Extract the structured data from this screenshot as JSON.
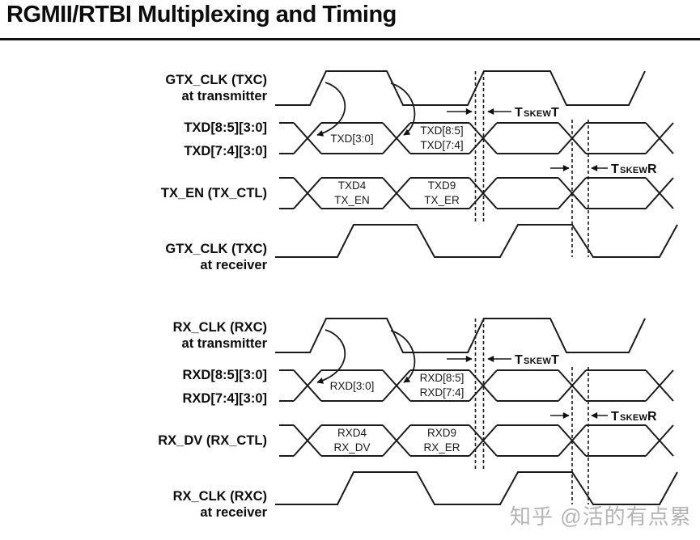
{
  "title": "RGMII/RTBI Multiplexing and Timing",
  "watermark": "知乎 @活的有点累",
  "skew_labels": {
    "t": "T",
    "skew": "SKEW",
    "t_suffix": "T",
    "r_suffix": "R"
  },
  "tx_group": {
    "clock_at_transmitter": {
      "line1": "GTX_CLK (TXC)",
      "line2": "at transmitter"
    },
    "bus": {
      "line1": "TXD[8:5][3:0]",
      "line2": "TXD[7:4][3:0]"
    },
    "control": {
      "label": "TX_EN (TX_CTL)"
    },
    "clock_at_receiver": {
      "line1": "GTX_CLK (TXC)",
      "line2": "at receiver"
    },
    "segments": {
      "bus_seg1": "TXD[3:0]",
      "bus_seg2_line1": "TXD[8:5]",
      "bus_seg2_line2": "TXD[7:4]",
      "ctl_seg1_line1": "TXD4",
      "ctl_seg1_line2": "TX_EN",
      "ctl_seg2_line1": "TXD9",
      "ctl_seg2_line2": "TX_ER"
    }
  },
  "rx_group": {
    "clock_at_transmitter": {
      "line1": "RX_CLK (RXC)",
      "line2": "at transmitter"
    },
    "bus": {
      "line1": "RXD[8:5][3:0]",
      "line2": "RXD[7:4][3:0]"
    },
    "control": {
      "label": "RX_DV (RX_CTL)"
    },
    "clock_at_receiver": {
      "line1": "RX_CLK (RXC)",
      "line2": "at receiver"
    },
    "segments": {
      "bus_seg1": "RXD[3:0]",
      "bus_seg2_line1": "RXD[8:5]",
      "bus_seg2_line2": "RXD[7:4]",
      "ctl_seg1_line1": "RXD4",
      "ctl_seg1_line2": "RX_DV",
      "ctl_seg2_line1": "RXD9",
      "ctl_seg2_line2": "RX_ER"
    }
  }
}
